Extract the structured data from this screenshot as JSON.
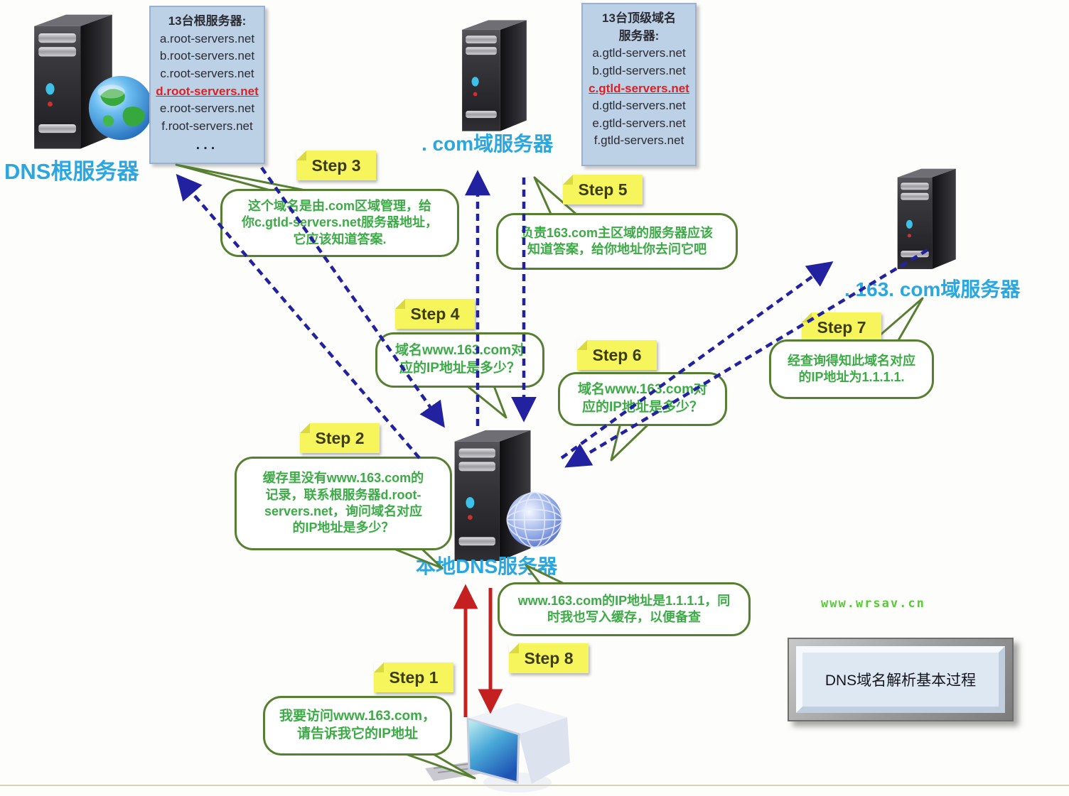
{
  "title_box": {
    "text": "DNS域名解析基本过程"
  },
  "watermark": "www.wrsav.cn",
  "servers": {
    "root": {
      "label": "DNS根服务器"
    },
    "com": {
      "label": ". com域服务器"
    },
    "s163": {
      "label": ". 163. com域服务器"
    },
    "local": {
      "label": "本地DNS服务器"
    }
  },
  "info_boxes": {
    "root": {
      "title": "13台根服务器:",
      "lines": [
        "a.root-servers.net",
        "b.root-servers.net",
        "c.root-servers.net",
        "d.root-servers.net",
        "e.root-servers.net",
        "f.root-servers.net"
      ],
      "highlight_index": 3,
      "ellipsis": "..."
    },
    "gtld": {
      "title": "13台顶级域名\n服务器:",
      "lines": [
        "a.gtld-servers.net",
        "b.gtld-servers.net",
        "c.gtld-servers.net",
        "d.gtld-servers.net",
        "e.gtld-servers.net",
        "f.gtld-servers.net"
      ],
      "highlight_index": 2
    }
  },
  "steps": {
    "step1": {
      "label": "Step 1",
      "bubble": "我要访问www.163.com，\n请告诉我它的IP地址"
    },
    "step2": {
      "label": "Step 2",
      "bubble": "缓存里没有www.163.com的\n记录，联系根服务器d.root-\nservers.net，询问域名对应\n的IP地址是多少？"
    },
    "step3": {
      "label": "Step 3",
      "bubble": "这个域名是由.com区域管理，给\n你c.gtld-servers.net服务器地址，\n它应该知道答案."
    },
    "step4": {
      "label": "Step 4",
      "bubble": "域名www.163.com对\n应的IP地址是多少？"
    },
    "step5": {
      "label": "Step 5",
      "bubble": "负责163.com主区域的服务器应该\n知道答案，给你地址你去问它吧"
    },
    "step6": {
      "label": "Step 6",
      "bubble": "域名www.163.com对\n应的IP地址是多少？"
    },
    "step7": {
      "label": "Step 7",
      "bubble": "经查询得知此域名对应\n的IP地址为1.1.1.1."
    },
    "step8": {
      "label": "Step 8",
      "bubble": "www.163.com的IP地址是1.1.1.1，同\n时我也写入缓存，以便备查"
    }
  },
  "colors": {
    "label_blue": "#2aa7e0",
    "arrow_dashed_blue": "#2222a0",
    "arrow_red": "#c42020",
    "bubble_text_green": "#3cab46",
    "bubble_border_green": "#567f31",
    "note_yellow": "#f6f65c",
    "info_box_blue": "#bcd0e6",
    "highlight_red": "#e02020",
    "watermark_green": "#55cc33"
  }
}
